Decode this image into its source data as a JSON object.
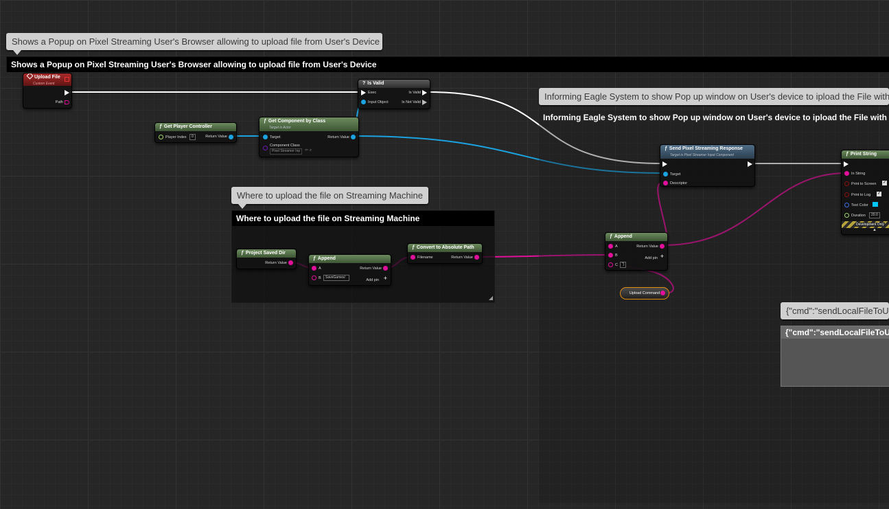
{
  "comments": {
    "upload": {
      "bubble": "Shows a Popup on Pixel Streaming User's Browser allowing to upload file from User's Device",
      "title": "Shows a Popup on Pixel Streaming User's Browser allowing to upload file from User's Device"
    },
    "eagle": {
      "bubble": "Informing Eagle System to show Pop up window on User's device to ipload the File with c",
      "title": "Informing Eagle System to show Pop up window on User's device to ipload the File with comm"
    },
    "where": {
      "bubble": "Where to upload the file on Streaming Machine",
      "title": "Where to upload the file on Streaming Machine"
    },
    "cmd": {
      "bubble": "{\"cmd\":\"sendLocalFileToU",
      "title": "{\"cmd\":\"sendLocalFileToUE-"
    }
  },
  "nodes": {
    "upload_file": {
      "title": "Upload File",
      "subtitle": "Custom Event",
      "pin_path": "Path"
    },
    "is_valid": {
      "title": "Is Valid",
      "exec": "Exec",
      "input_object": "Input Object",
      "is_valid_out": "Is Valid",
      "is_not_valid": "Is Not Valid"
    },
    "get_player_controller": {
      "title": "Get Player Controller",
      "player_index_label": "Player Index",
      "player_index_value": "0",
      "return_value": "Return Value"
    },
    "get_component_by_class": {
      "title": "Get Component by Class",
      "subtitle": "Target is Actor",
      "target": "Target",
      "component_class": "Component Class",
      "component_class_value": "Pixel Streamer Inp",
      "return_value": "Return Value"
    },
    "send_response": {
      "title": "Send Pixel Streaming Response",
      "subtitle": "Target is Pixel Streamer Input Component",
      "target": "Target",
      "descriptor": "Descriptor"
    },
    "print_string": {
      "title": "Print String",
      "in_string": "In String",
      "print_to_screen": "Print to Screen",
      "print_to_log": "Print to Log",
      "text_color": "Text Color",
      "duration": "Duration",
      "duration_value": "20.0",
      "dev_only": "Development Only"
    },
    "append_main": {
      "title": "Append",
      "a": "A",
      "b": "B",
      "c": "C",
      "c_value": "\"}",
      "return_value": "Return Value",
      "add_pin": "Add pin"
    },
    "project_saved_dir": {
      "title": "Project Saved Dir",
      "return_value": "Return Value"
    },
    "append_path": {
      "title": "Append",
      "a": "A",
      "b": "B",
      "b_value": "SaveGames/",
      "return_value": "Return Value",
      "add_pin": "Add pin"
    },
    "convert_path": {
      "title": "Convert to Absolute Path",
      "filename": "Filename",
      "return_value": "Return Value"
    },
    "upload_command": {
      "label": "Upload Command"
    }
  },
  "colors": {
    "exec": "#ffffff",
    "object": "#1aa3e0",
    "string": "#e0109a",
    "variable_border": "#e08a10"
  }
}
